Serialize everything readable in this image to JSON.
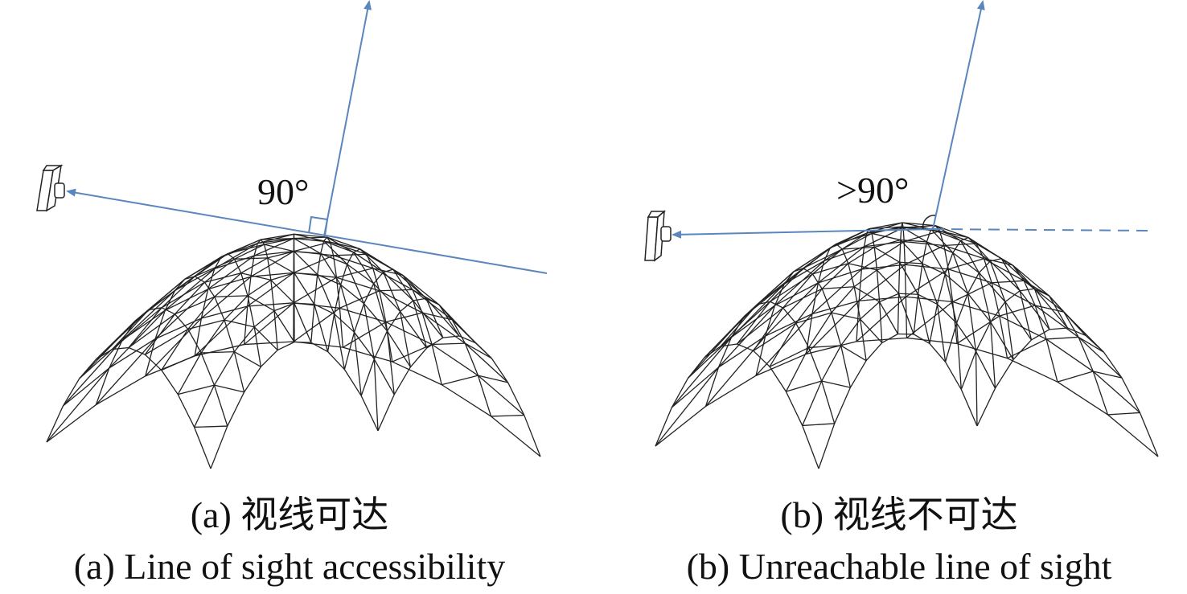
{
  "panels": [
    {
      "angle_label": "90°",
      "caption_zh": "(a) 视线可达",
      "caption_en": "(a) Line of sight accessibility"
    },
    {
      "angle_label": ">90°",
      "caption_zh": "(b) 视线不可达",
      "caption_en": "(b) Unreachable line of sight"
    }
  ],
  "colors": {
    "ray": "#5b86bd",
    "mesh": "#222222"
  }
}
